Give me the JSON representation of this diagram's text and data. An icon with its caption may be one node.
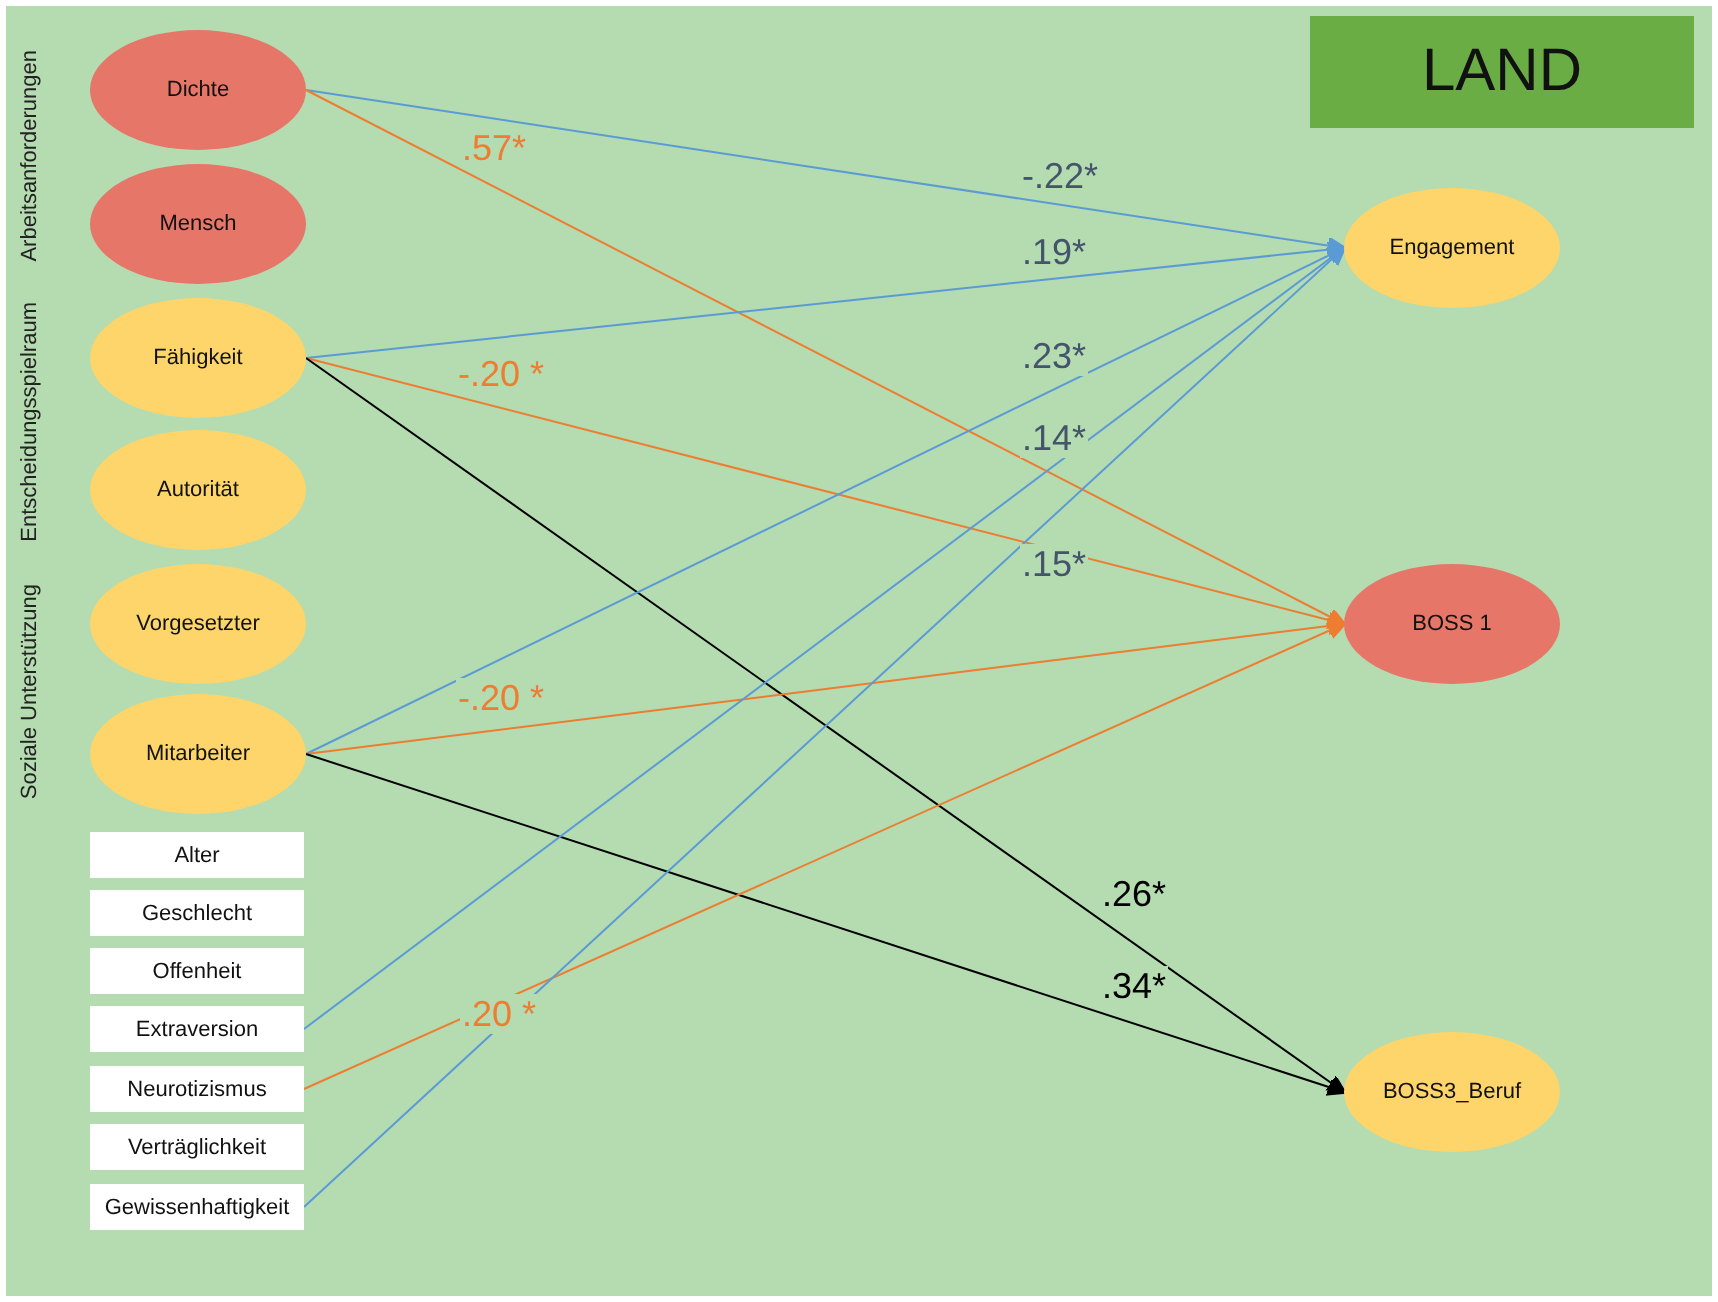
{
  "diagram": {
    "nodes": [
      {
        "text": [
          "LAND"
        ]
      },
      {
        "text": [
          "Dichte"
        ]
      },
      {
        "text": [
          "Mensch"
        ]
      },
      {
        "text": [
          "Fähigkeit"
        ]
      },
      {
        "text": [
          "Autorität"
        ]
      },
      {
        "text": [
          "Vorgesetzter"
        ]
      },
      {
        "text": [
          "Mitarbeiter"
        ]
      },
      {
        "text": [
          "Alter"
        ]
      },
      {
        "text": [
          "Geschlecht"
        ]
      },
      {
        "text": [
          "Offenheit"
        ]
      },
      {
        "text": [
          "Extraversion"
        ]
      },
      {
        "text": [
          "Neurotizismus"
        ]
      },
      {
        "text": [
          "Verträglichkeit"
        ]
      },
      {
        "text": [
          "Gewissenhaftigkeit"
        ]
      },
      {
        "text": [
          "Engagement"
        ]
      },
      {
        "text": [
          "BOSS 1"
        ]
      },
      {
        "text": [
          "BOSS3_Beruf"
        ]
      }
    ],
    "edges": [
      {
        "from": 1,
        "to": 14,
        "arrow": "to",
        "label": "-.22*",
        "color": "#5b9bd5"
      },
      {
        "from": 1,
        "to": 15,
        "arrow": "to",
        "label": ".57*",
        "color": "#ed7d31"
      },
      {
        "from": 3,
        "to": 14,
        "arrow": "to",
        "label": ".19*",
        "color": "#5b9bd5"
      },
      {
        "from": 3,
        "to": 15,
        "arrow": "to",
        "label": "-.20 *",
        "color": "#ed7d31"
      },
      {
        "from": 3,
        "to": 16,
        "arrow": "to",
        "label": ".26*",
        "color": "#000000"
      },
      {
        "from": 6,
        "to": 14,
        "arrow": "to",
        "label": ".23*",
        "color": "#5b9bd5"
      },
      {
        "from": 6,
        "to": 15,
        "arrow": "to",
        "label": "-.20 *",
        "color": "#ed7d31"
      },
      {
        "from": 6,
        "to": 16,
        "arrow": "to",
        "label": ".34*",
        "color": "#000000"
      },
      {
        "from": 10,
        "to": 14,
        "arrow": "to",
        "label": ".14*",
        "color": "#5b9bd5"
      },
      {
        "from": 11,
        "to": 15,
        "arrow": "to",
        "label": ".20 *",
        "color": "#ed7d31"
      },
      {
        "from": 13,
        "to": 14,
        "arrow": "to",
        "label": ".15*",
        "color": "#5b9bd5"
      }
    ],
    "labels": [
      "Arbeitsanforderungen",
      "Entscheidungsspielraum",
      "Soziale Unterstützung"
    ]
  }
}
